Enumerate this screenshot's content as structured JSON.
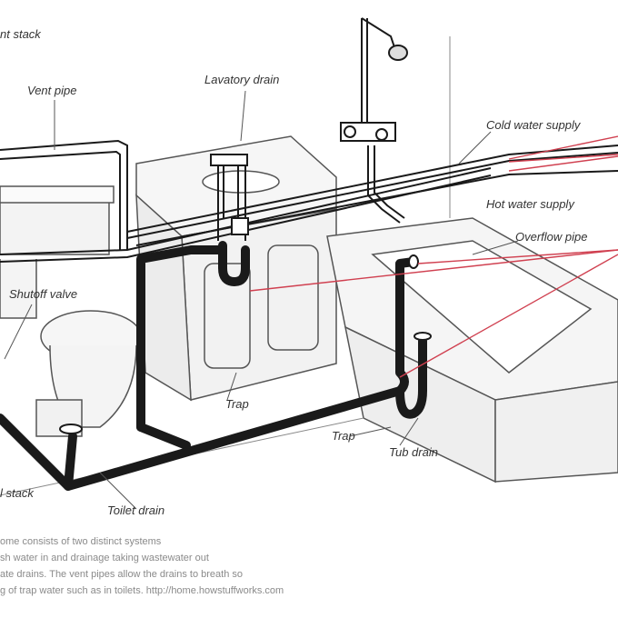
{
  "labels": {
    "vent_stack_top": "nt stack",
    "vent_pipe": "Vent pipe",
    "lavatory_drain": "Lavatory drain",
    "cold_water_supply": "Cold water supply",
    "hot_water_supply": "Hot water supply",
    "overflow_pipe": "Overflow pipe",
    "shutoff_valve": "Shutoff valve",
    "trap_sink": "Trap",
    "trap_tub": "Trap",
    "tub_drain": "Tub drain",
    "toilet_drain": "Toilet drain",
    "soil_stack": "l stack"
  },
  "caption": {
    "line1": "ome consists of two distinct systems",
    "line2": "sh water in and drainage taking wastewater out",
    "line3": "ate drains. The vent pipes allow the drains to breath so",
    "line4": "g of trap water such as in toilets. http://home.howstuffworks.com"
  },
  "colors": {
    "pipe": "#1a1a1a",
    "leader": "#d04050",
    "line": "#555555"
  }
}
